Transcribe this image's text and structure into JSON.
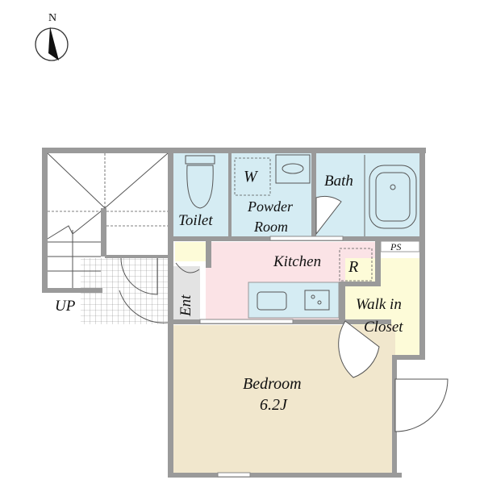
{
  "compass": {
    "label": "N"
  },
  "rooms": {
    "toilet": "Toilet",
    "washer": "W",
    "powder_room_line1": "Powder",
    "powder_room_line2": "Room",
    "bath": "Bath",
    "kitchen": "Kitchen",
    "refrigerator": "R",
    "ps": "PS",
    "walk_in_closet_line1": "Walk in",
    "walk_in_closet_line2": "Closet",
    "entrance": "Ent",
    "stairs": "UP",
    "bedroom": "Bedroom",
    "bedroom_size": "6.2J"
  },
  "colors": {
    "wall": "#9a9a9a",
    "wet_area": "#d5ecf3",
    "kitchen": "#fbe3e6",
    "closet": "#fdfbd8",
    "bedroom": "#f1e7cd"
  }
}
